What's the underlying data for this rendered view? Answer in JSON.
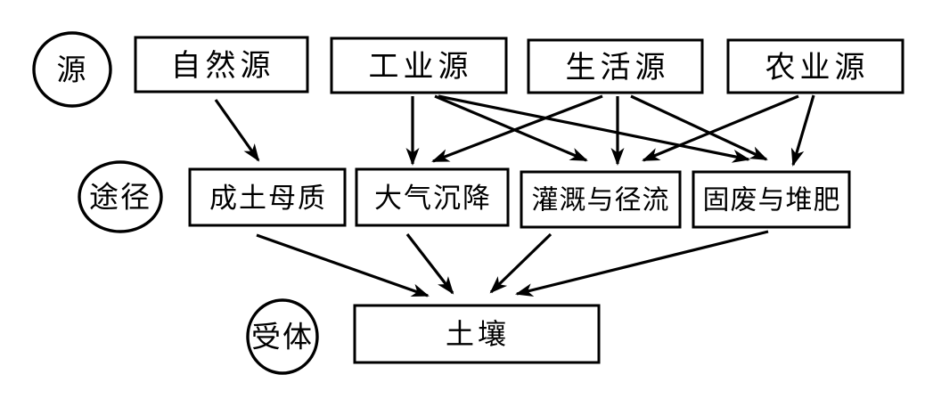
{
  "colors": {
    "background": "#ffffff",
    "line": "#000000",
    "box_fill": "#ffffff",
    "text": "#000000"
  },
  "nodes": {
    "source_circle": {
      "label": "源",
      "shape": "circle"
    },
    "pathway_circle": {
      "label": "途径",
      "shape": "circle"
    },
    "receptor_circle": {
      "label": "受体",
      "shape": "circle"
    },
    "natural_source": {
      "label": "自然源",
      "shape": "box"
    },
    "industrial_source": {
      "label": "工业源",
      "shape": "box"
    },
    "domestic_source": {
      "label": "生活源",
      "shape": "box"
    },
    "agricultural_source": {
      "label": "农业源",
      "shape": "box"
    },
    "soil_parent_material": {
      "label": "成土母质",
      "shape": "box"
    },
    "atmospheric_deposition": {
      "label": "大气沉降",
      "shape": "box"
    },
    "irrigation_and_runoff": {
      "label": "灌溉与径流",
      "shape": "box"
    },
    "solid_waste_and_compost": {
      "label": "固废与堆肥",
      "shape": "box"
    },
    "soil": {
      "label": "土壤",
      "shape": "box"
    }
  },
  "edges": [
    {
      "from": "natural_source",
      "to": "soil_parent_material"
    },
    {
      "from": "industrial_source",
      "to": "atmospheric_deposition"
    },
    {
      "from": "industrial_source",
      "to": "irrigation_and_runoff"
    },
    {
      "from": "industrial_source",
      "to": "solid_waste_and_compost"
    },
    {
      "from": "domestic_source",
      "to": "atmospheric_deposition"
    },
    {
      "from": "domestic_source",
      "to": "irrigation_and_runoff"
    },
    {
      "from": "domestic_source",
      "to": "solid_waste_and_compost"
    },
    {
      "from": "agricultural_source",
      "to": "irrigation_and_runoff"
    },
    {
      "from": "agricultural_source",
      "to": "solid_waste_and_compost"
    },
    {
      "from": "soil_parent_material",
      "to": "soil"
    },
    {
      "from": "atmospheric_deposition",
      "to": "soil"
    },
    {
      "from": "irrigation_and_runoff",
      "to": "soil"
    },
    {
      "from": "solid_waste_and_compost",
      "to": "soil"
    }
  ]
}
